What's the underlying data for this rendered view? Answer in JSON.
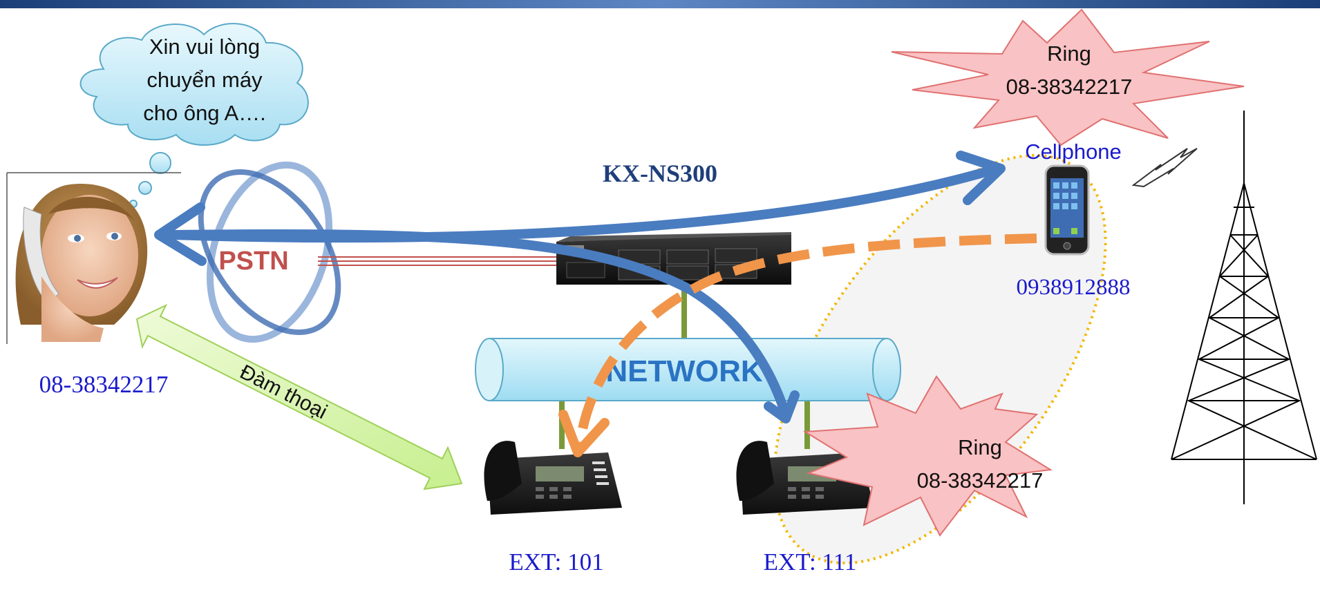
{
  "cloud": {
    "line1": "Xin vui lòng",
    "line2": "chuyển máy",
    "line3": "cho ông A…."
  },
  "pstn_label": "PSTN",
  "pbx_label": "KX-NS300",
  "network_label": "NETWORK",
  "caller_number": "08-38342217",
  "talk_label": "Đàm thoại",
  "cellphone_label": "Cellphone",
  "cellphone_number": "0938912888",
  "ext1_label": "EXT: 101",
  "ext2_label": "EXT: 111",
  "ring_top": {
    "line1": "Ring",
    "line2": "08-38342217"
  },
  "ring_bottom": {
    "line1": "Ring",
    "line2": "08-38342217"
  },
  "colors": {
    "blue_arrow": "#4a7cc0",
    "orange_dash": "#f0954a",
    "green_arrow": "#d8f5b0",
    "burst_fill": "#f9c2c4",
    "burst_stroke": "#e07070",
    "label_blue": "#1a1acc",
    "dark_blue": "#1f3e7a",
    "pstn_red": "#c0504d",
    "network_fill": "#bfeaf7"
  }
}
